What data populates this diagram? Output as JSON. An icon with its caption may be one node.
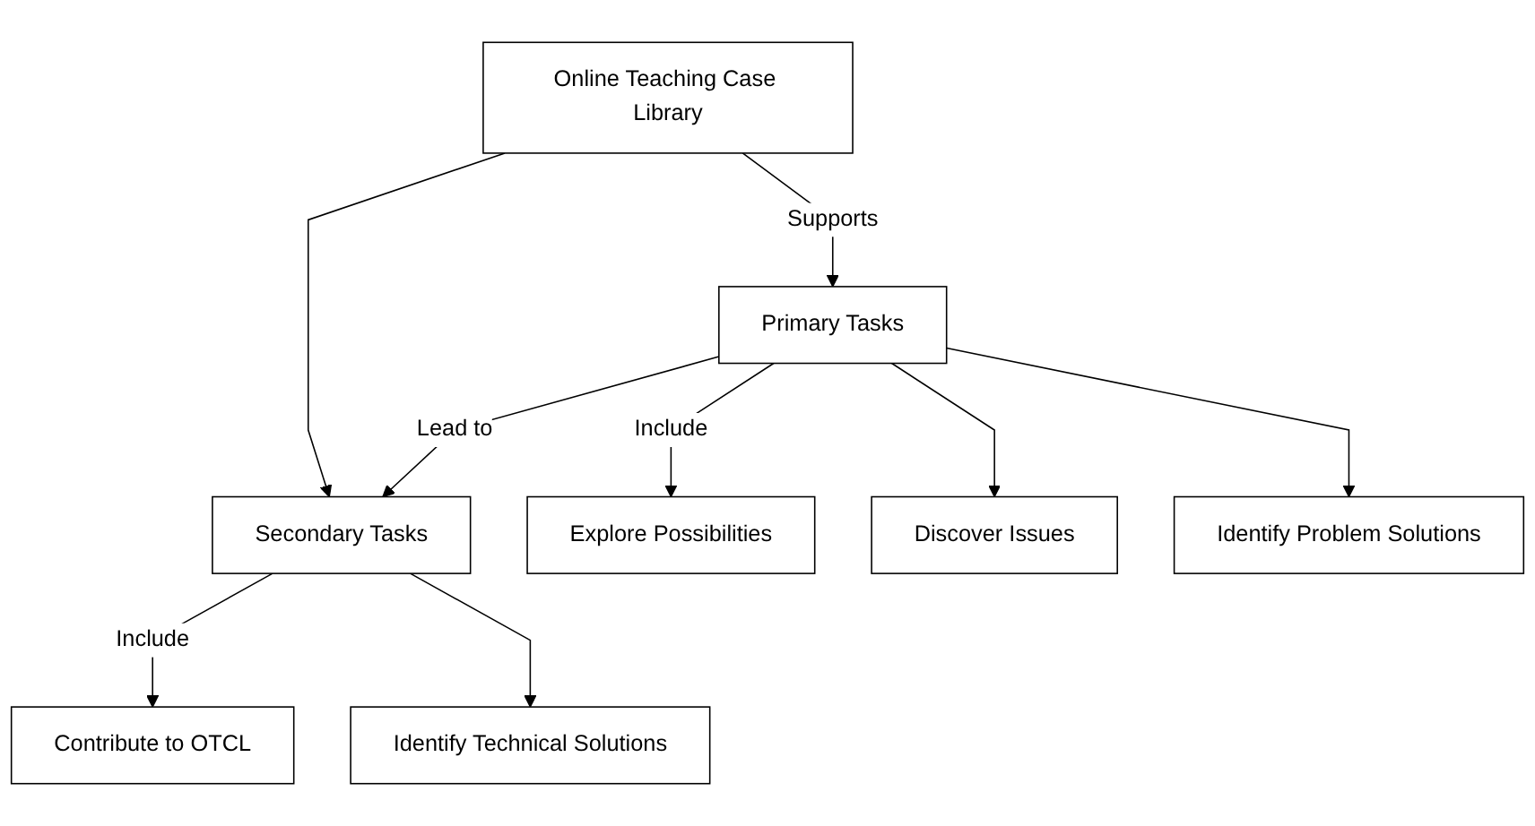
{
  "diagram": {
    "nodes": [
      {
        "text": [
          "Online Teaching Case Library"
        ]
      },
      {
        "text": [
          "Primary Tasks"
        ]
      },
      {
        "text": [
          "Secondary Tasks"
        ]
      },
      {
        "text": [
          "Explore Possibilities"
        ]
      },
      {
        "text": [
          "Discover Issues"
        ]
      },
      {
        "text": [
          "Identify Problem Solutions"
        ]
      },
      {
        "text": [
          "Contribute to OTCL"
        ]
      },
      {
        "text": [
          "Identify Technical Solutions"
        ]
      }
    ],
    "edges": [
      {
        "from": 0,
        "to": 1,
        "arrow": "to",
        "label": "Supports"
      },
      {
        "from": 0,
        "to": 2,
        "arrow": "to"
      },
      {
        "from": 1,
        "to": 2,
        "arrow": "to",
        "label": "Lead to"
      },
      {
        "from": 1,
        "to": 3,
        "arrow": "to",
        "label": "Include"
      },
      {
        "from": 1,
        "to": 4,
        "arrow": "to"
      },
      {
        "from": 1,
        "to": 5,
        "arrow": "to"
      },
      {
        "from": 2,
        "to": 6,
        "arrow": "to",
        "label": "Include"
      },
      {
        "from": 2,
        "to": 7,
        "arrow": "to"
      }
    ]
  }
}
